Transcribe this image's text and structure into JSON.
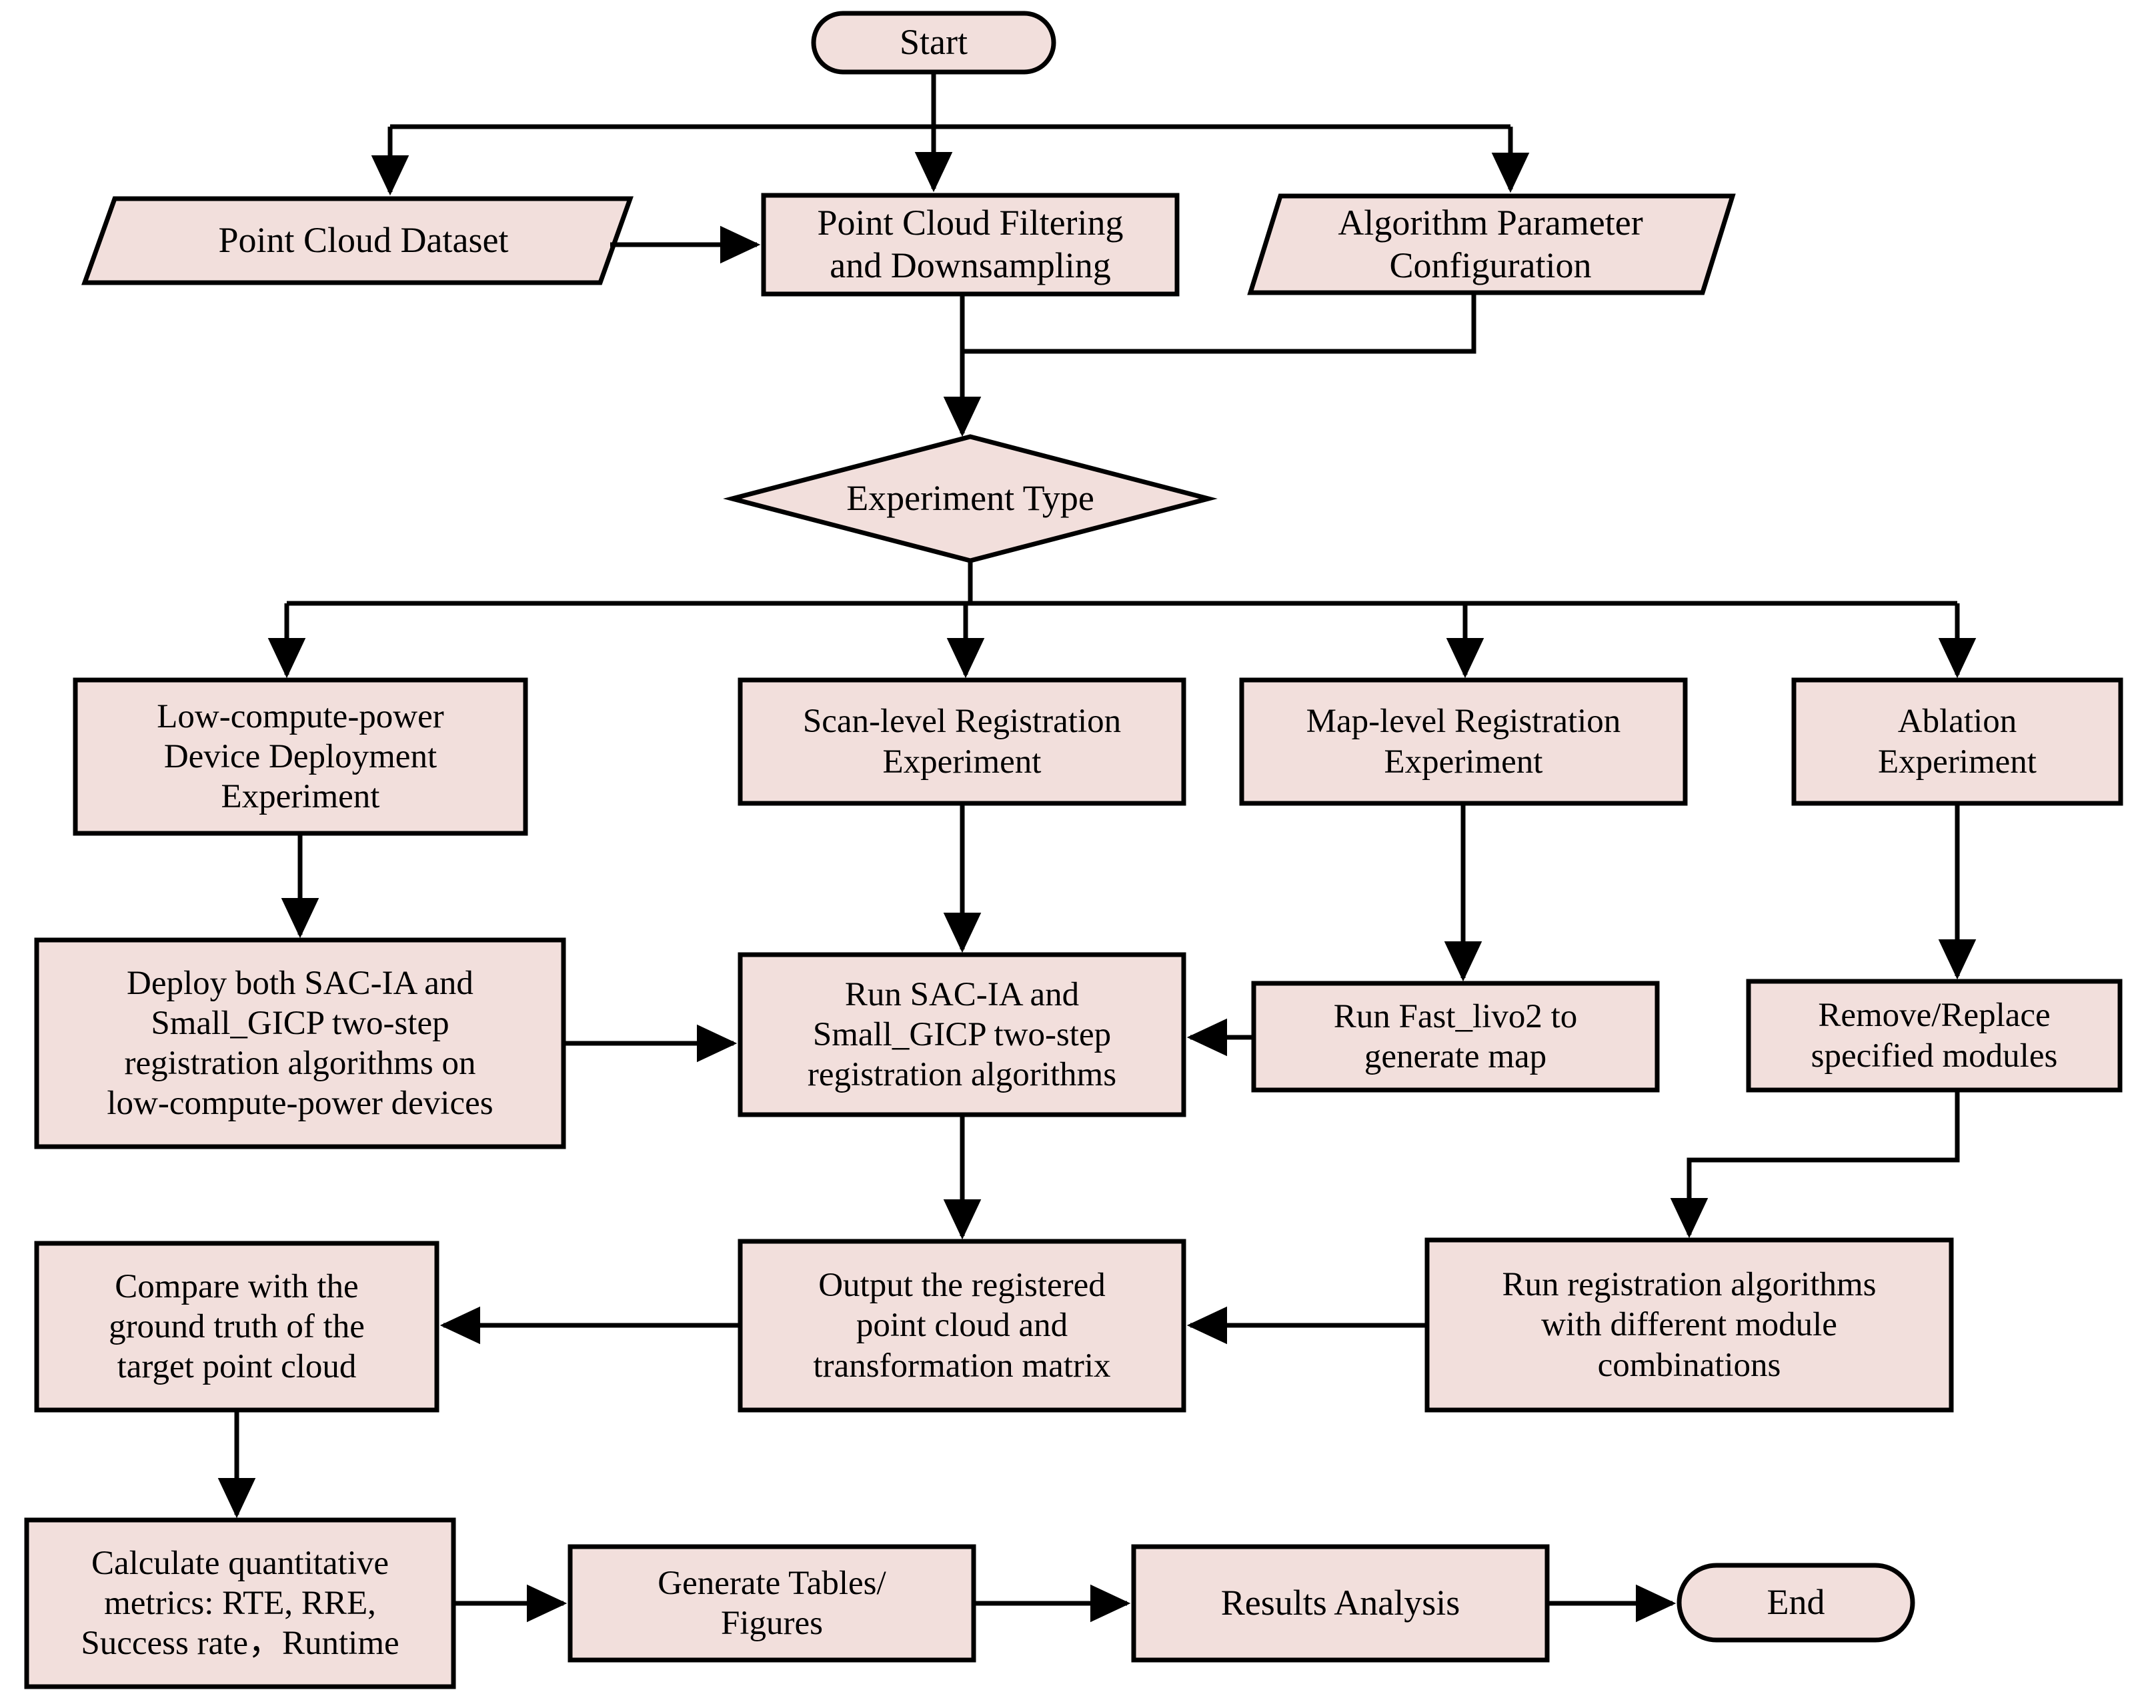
{
  "figure": {
    "type": "flowchart",
    "title": "Experiment Workflow Flowchart",
    "palette": {
      "node_fill": "#f2dfdc",
      "node_stroke": "#000000",
      "edge_color": "#000000",
      "background": "#ffffff"
    }
  },
  "nodes": {
    "start": {
      "label": "Start",
      "shape": "terminator"
    },
    "dataset": {
      "label": "Point Cloud Dataset",
      "shape": "parallelogram"
    },
    "filtering": {
      "label": "Point Cloud Filtering\nand Downsampling",
      "shape": "rectangle"
    },
    "param_config": {
      "label": "Algorithm Parameter\nConfiguration",
      "shape": "parallelogram"
    },
    "experiment_type": {
      "label": "Experiment Type",
      "shape": "diamond"
    },
    "low_compute_exp": {
      "label": "Low-compute-power\nDevice Deployment\nExperiment",
      "shape": "rectangle"
    },
    "scan_level_exp": {
      "label": "Scan-level Registration\nExperiment",
      "shape": "rectangle"
    },
    "map_level_exp": {
      "label": "Map-level Registration\nExperiment",
      "shape": "rectangle"
    },
    "ablation_exp": {
      "label": "Ablation\nExperiment",
      "shape": "rectangle"
    },
    "deploy_algorithms": {
      "label": "Deploy both SAC-IA and\nSmall_GICP two-step\nregistration algorithms on\nlow-compute-power devices",
      "shape": "rectangle"
    },
    "run_algorithms": {
      "label": "Run SAC-IA and\nSmall_GICP two-step\nregistration algorithms",
      "shape": "rectangle"
    },
    "run_fast_livo2": {
      "label": "Run Fast_livo2 to\ngenerate map",
      "shape": "rectangle"
    },
    "remove_replace": {
      "label": "Remove/Replace\nspecified modules",
      "shape": "rectangle"
    },
    "compare_ground_truth": {
      "label": "Compare with the\nground truth of the\ntarget point cloud",
      "shape": "rectangle"
    },
    "output_registered": {
      "label": "Output the registered\npoint cloud and\ntransformation matrix",
      "shape": "rectangle"
    },
    "run_module_combos": {
      "label": "Run registration algorithms\nwith different module\ncombinations",
      "shape": "rectangle"
    },
    "calc_metrics": {
      "label": "Calculate quantitative\nmetrics: RTE, RRE,\nSuccess rate，Runtime",
      "shape": "rectangle"
    },
    "generate_tables": {
      "label": "Generate Tables/\nFigures",
      "shape": "rectangle"
    },
    "results_analysis": {
      "label": "Results Analysis",
      "shape": "rectangle"
    },
    "end": {
      "label": "End",
      "shape": "terminator"
    }
  },
  "edges": [
    {
      "from": "start",
      "to": "dataset"
    },
    {
      "from": "start",
      "to": "filtering"
    },
    {
      "from": "start",
      "to": "param_config"
    },
    {
      "from": "dataset",
      "to": "filtering"
    },
    {
      "from": "filtering",
      "to": "experiment_type"
    },
    {
      "from": "param_config",
      "to": "experiment_type"
    },
    {
      "from": "experiment_type",
      "to": "low_compute_exp"
    },
    {
      "from": "experiment_type",
      "to": "scan_level_exp"
    },
    {
      "from": "experiment_type",
      "to": "map_level_exp"
    },
    {
      "from": "experiment_type",
      "to": "ablation_exp"
    },
    {
      "from": "low_compute_exp",
      "to": "deploy_algorithms"
    },
    {
      "from": "scan_level_exp",
      "to": "run_algorithms"
    },
    {
      "from": "map_level_exp",
      "to": "run_fast_livo2"
    },
    {
      "from": "ablation_exp",
      "to": "remove_replace"
    },
    {
      "from": "deploy_algorithms",
      "to": "run_algorithms"
    },
    {
      "from": "run_fast_livo2",
      "to": "run_algorithms"
    },
    {
      "from": "remove_replace",
      "to": "run_module_combos"
    },
    {
      "from": "run_algorithms",
      "to": "output_registered"
    },
    {
      "from": "run_module_combos",
      "to": "output_registered"
    },
    {
      "from": "output_registered",
      "to": "compare_ground_truth"
    },
    {
      "from": "compare_ground_truth",
      "to": "calc_metrics"
    },
    {
      "from": "calc_metrics",
      "to": "generate_tables"
    },
    {
      "from": "generate_tables",
      "to": "results_analysis"
    },
    {
      "from": "results_analysis",
      "to": "end"
    }
  ]
}
